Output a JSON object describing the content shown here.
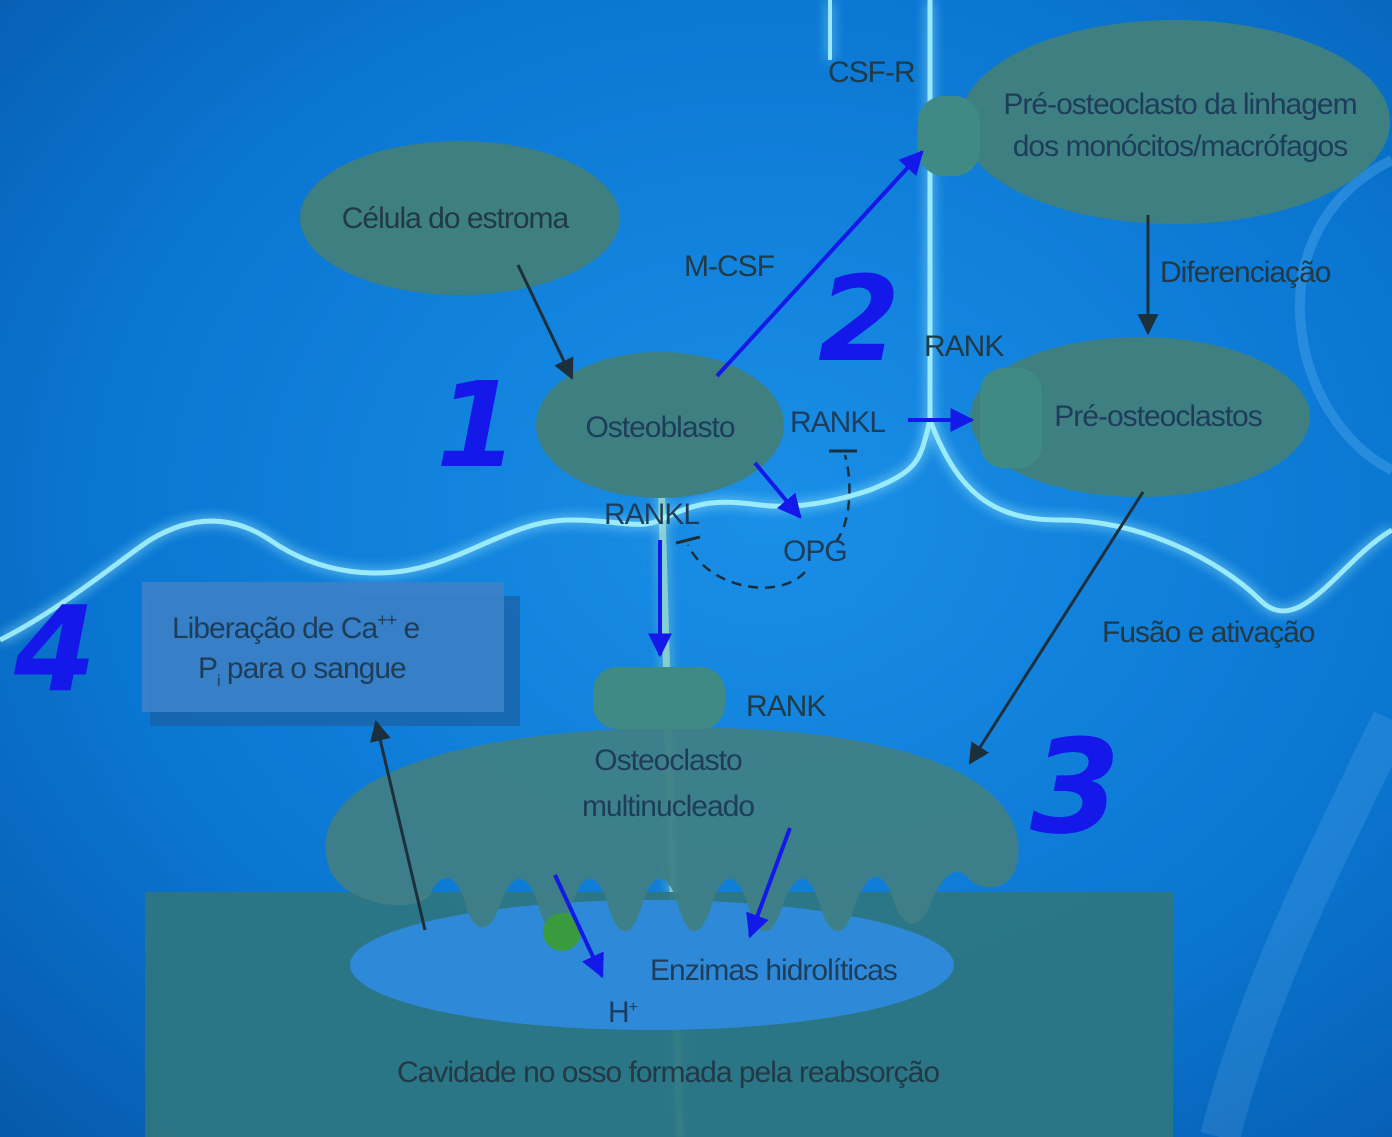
{
  "labels": {
    "stromal_cell": "Célula do estroma",
    "osteoblast": "Osteoblasto",
    "csf_r": "CSF-R",
    "pre_osteoclast_line_1": "Pré-osteoclasto da linhagem",
    "pre_osteoclast_line_2": "dos monócitos/macrófagos",
    "m_csf": "M-CSF",
    "differentiation": "Diferenciação",
    "rank_top": "RANK",
    "rankl_right": "RANKL",
    "pre_osteoclasts": "Pré-osteoclastos",
    "rankl_bottom": "RANKL",
    "opg": "OPG",
    "fusion_activation": "Fusão e ativação",
    "release_line_1": "Liberação de Ca",
    "release_sup": "++",
    "release_line_1_end": " e",
    "release_line_2": "P",
    "release_sub": "i",
    "release_line_2_end": " para o sangue",
    "rank_bottom": "RANK",
    "osteoclast_line_1": "Osteoclasto",
    "osteoclast_line_2": "multinucleado",
    "hydrolytic_enzymes": "Enzimas hidrolíticas",
    "h_plus": "H",
    "h_plus_sup": "+",
    "bone_cavity": "Cavidade no osso formada pela reabsorção"
  },
  "annotations": {
    "step_1": "1",
    "step_2": "2",
    "step_3": "3",
    "step_4": "4"
  },
  "colors": {
    "background": "#0a79d6",
    "cell_fill": "#3f7f86",
    "annotation_ink": "#1418e8",
    "glow_line": "#9ff4ff"
  }
}
